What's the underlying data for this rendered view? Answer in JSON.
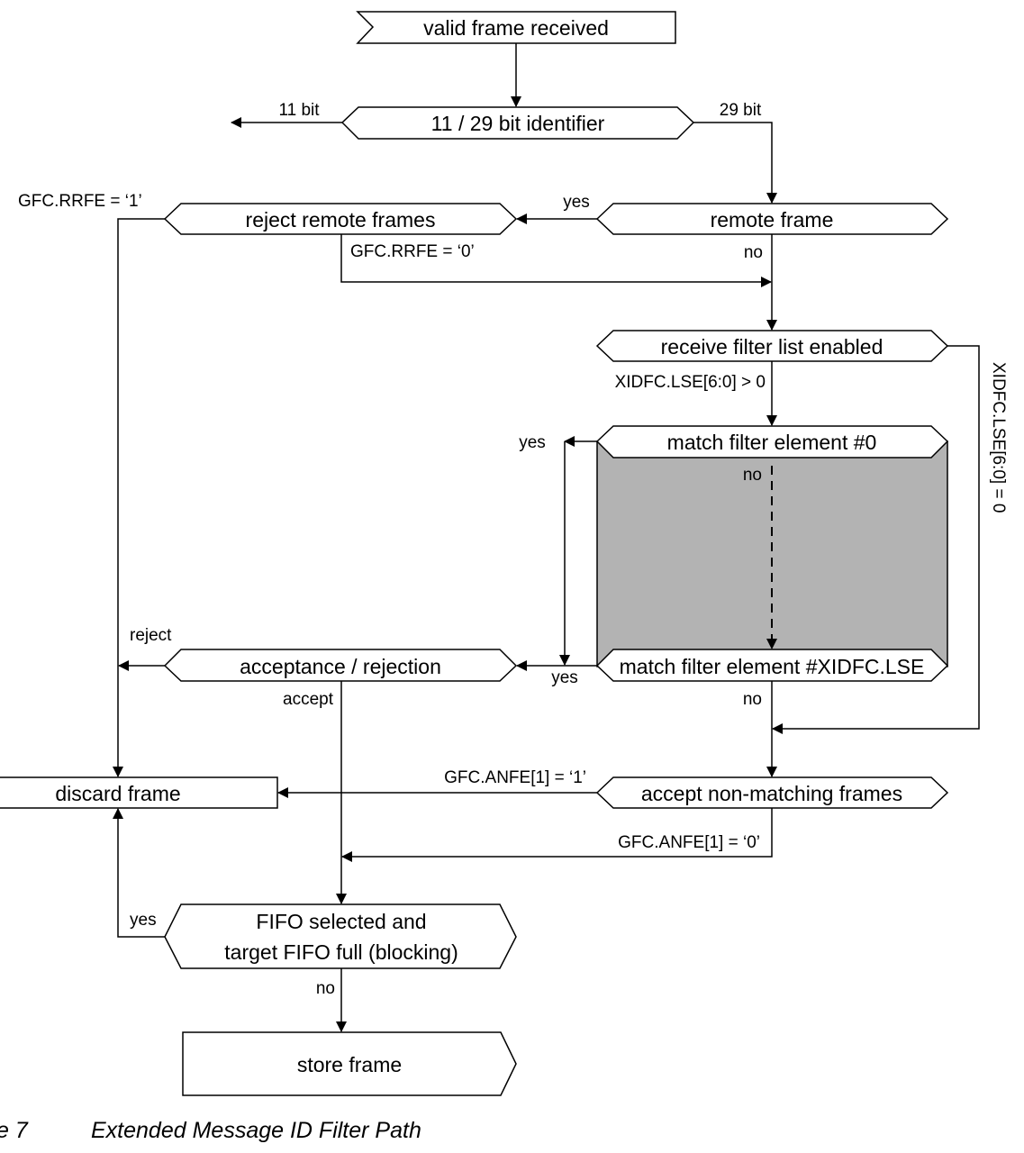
{
  "nodes": {
    "valid_frame": "valid frame received",
    "identifier": "11 / 29 bit identifier",
    "remote_frame": "remote frame",
    "reject_remote": "reject remote frames",
    "filter_list": "receive filter list enabled",
    "match_first": "match filter element #0",
    "match_last": "match filter element #XIDFC.LSE",
    "acceptance": "acceptance / rejection",
    "accept_nonmatching": "accept non-matching frames",
    "discard": "discard frame",
    "fifo_line1": "FIFO selected and",
    "fifo_line2": "target FIFO full (blocking)",
    "store": "store frame"
  },
  "edge_labels": {
    "bit11": "11 bit",
    "bit29": "29 bit",
    "rrfe1": "GFC.RRFE = ‘1’",
    "rrfe0": "GFC.RRFE = ‘0’",
    "remote_yes": "yes",
    "remote_no": "no",
    "lse_gt0": "XIDFC.LSE[6:0] > 0",
    "lse_eq0": "XIDFC.LSE[6:0] = 0",
    "match0_yes": "yes",
    "match0_no": "no",
    "matchlast_yes": "yes",
    "matchlast_no": "no",
    "reject": "reject",
    "accept": "accept",
    "anfe1": "GFC.ANFE[1] = ‘1’",
    "anfe0": "GFC.ANFE[1] = ‘0’",
    "fifo_yes": "yes",
    "fifo_no": "no"
  },
  "caption": {
    "number": "e 7",
    "title": "Extended Message ID Filter Path"
  },
  "colors": {
    "filter_region_fill": "#b3b3b3"
  }
}
